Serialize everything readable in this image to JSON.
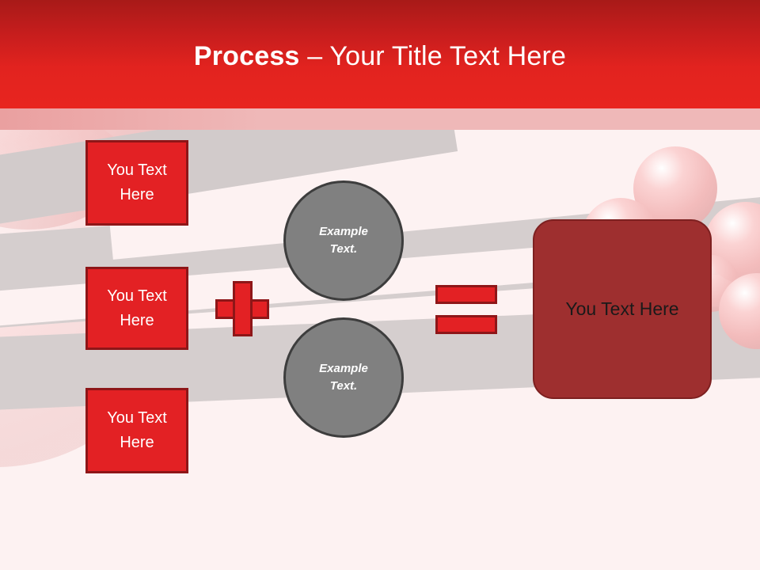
{
  "slide": {
    "header": {
      "title_bold": "Process",
      "title_regular": " – Your Title Text Here",
      "bar_color": "#e2231f",
      "strip_color": "#efb8b8"
    },
    "inputs": {
      "label": "input-boxes",
      "color": "#e32124",
      "border_color": "#8e1618",
      "items": [
        {
          "text": "You Text Here"
        },
        {
          "text": "You Text Here"
        },
        {
          "text": "You Text Here"
        }
      ]
    },
    "operators": {
      "plus": {
        "symbol": "+",
        "color": "#e32124"
      },
      "equals": {
        "symbol": "=",
        "color": "#e32124"
      }
    },
    "circles": {
      "color": "#808080",
      "border_color": "#3d3d3d",
      "items": [
        {
          "line1": "Example",
          "line2": "Text."
        },
        {
          "line1": "Example",
          "line2": "Text."
        }
      ]
    },
    "result": {
      "text": "You Text Here",
      "color": "#9e2f2f",
      "text_color": "#1a1a1a"
    },
    "background": {
      "base_color": "#fdf2f2",
      "band_color": "#d5cece",
      "balloon_color": "#f3bcbc"
    }
  }
}
